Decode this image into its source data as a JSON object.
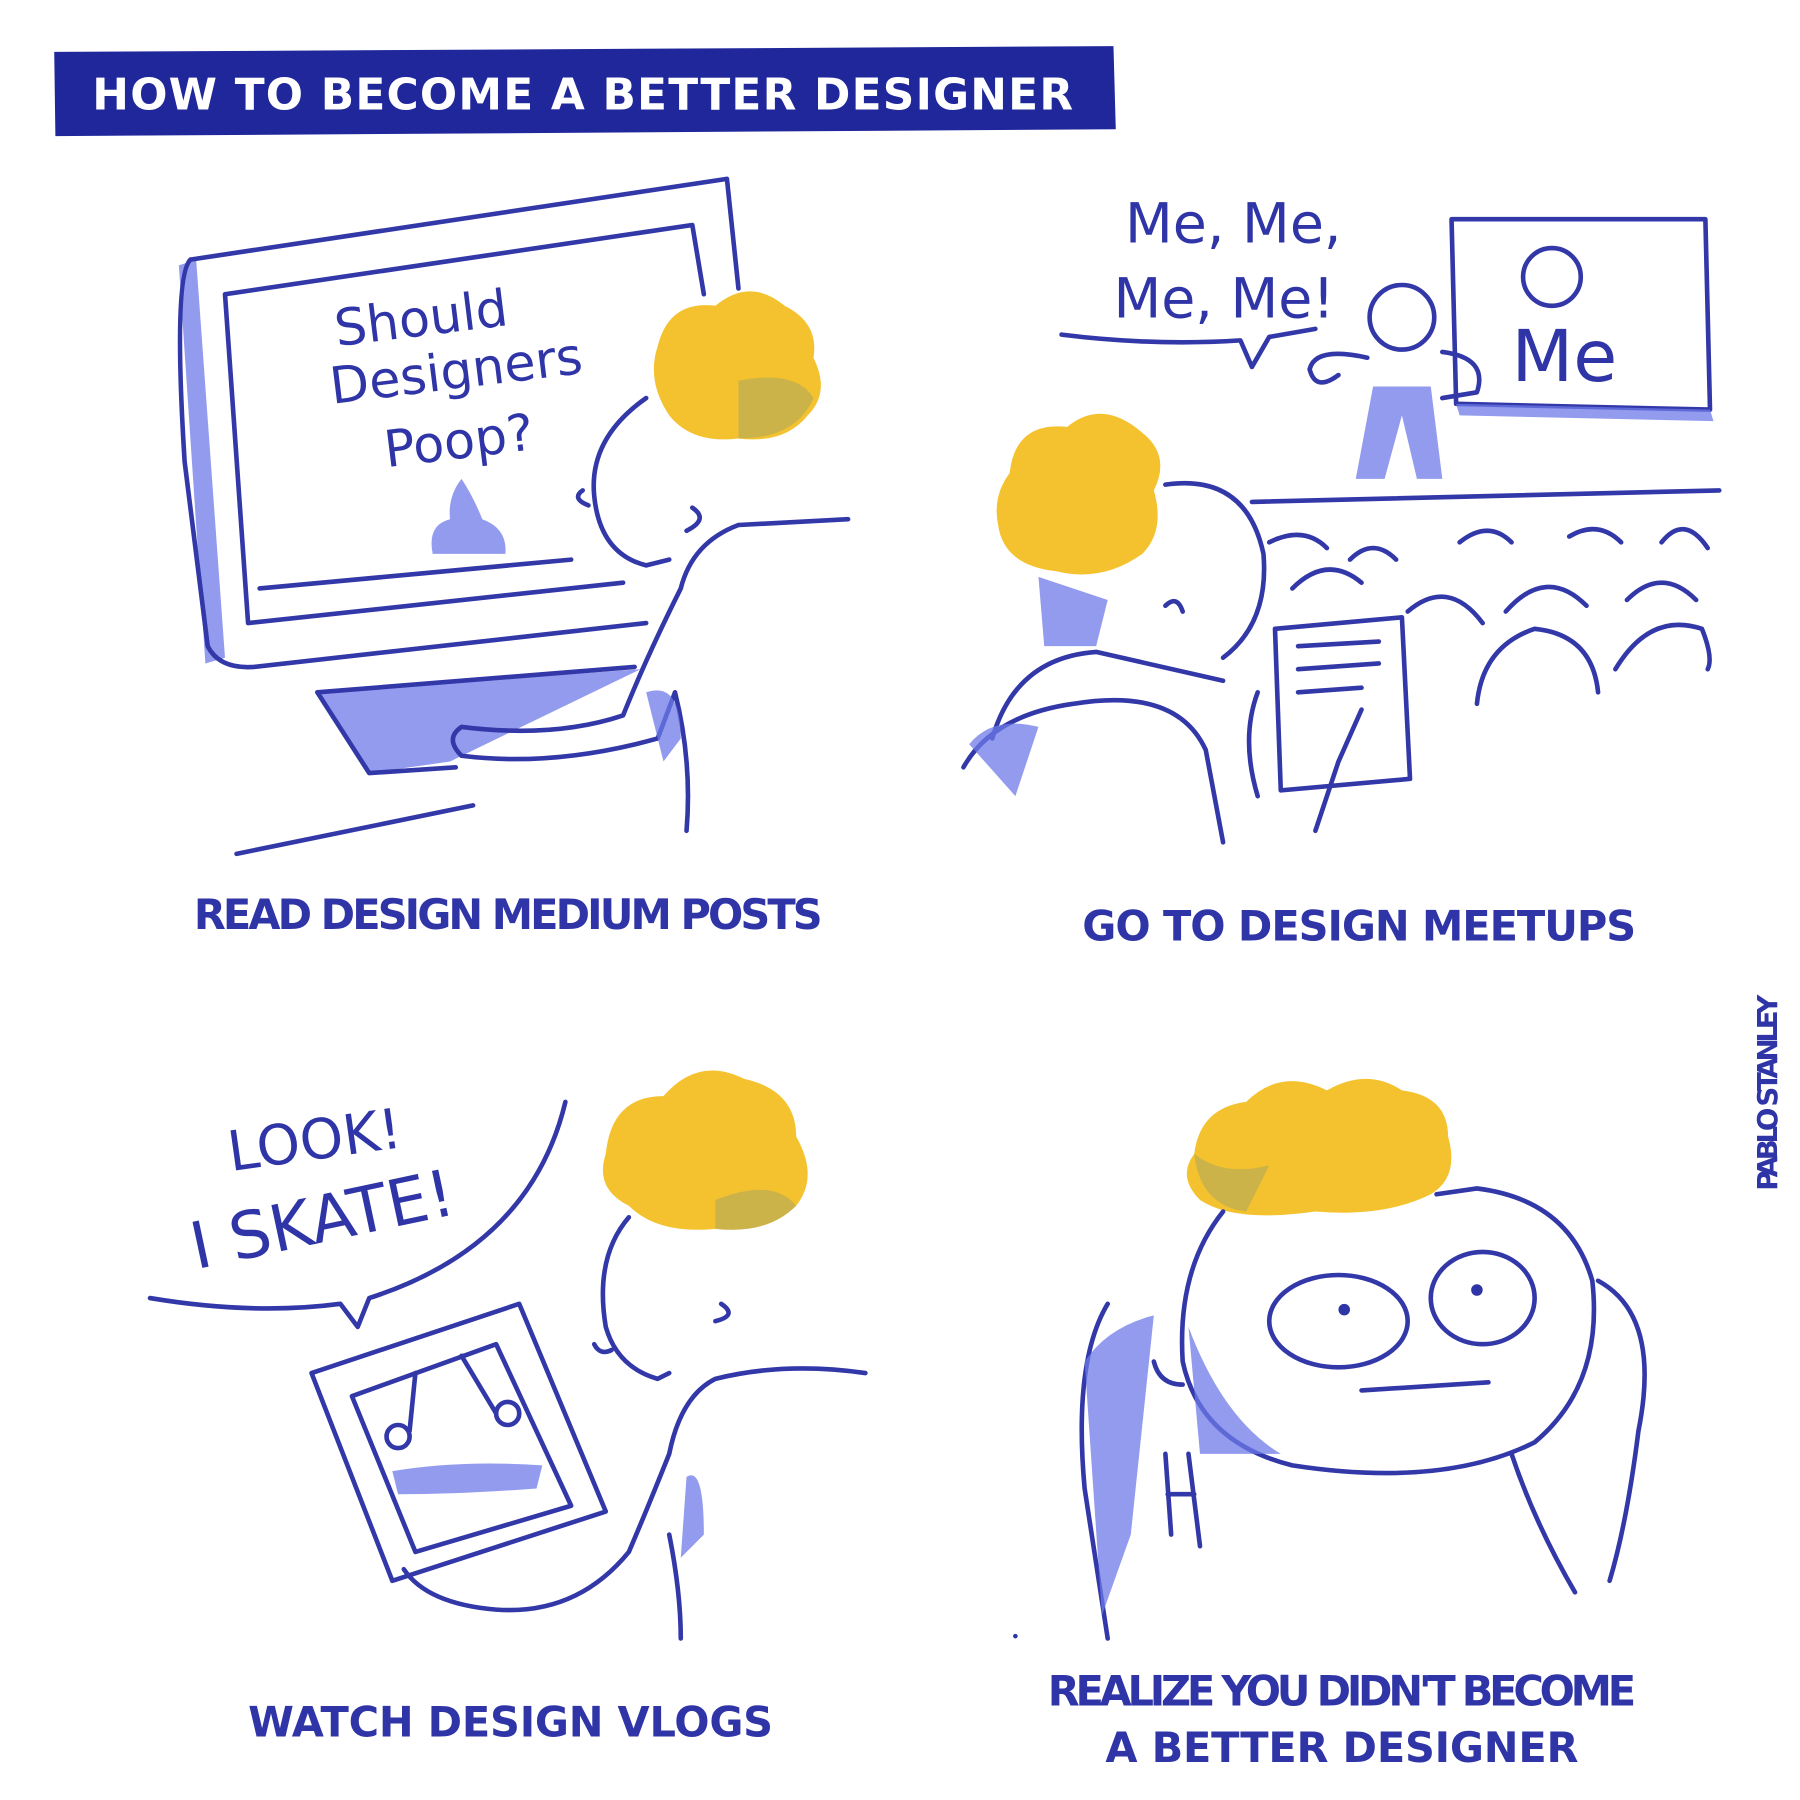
{
  "title": "HOW TO BECOME A BETTER DESIGNER",
  "colors": {
    "ink": "#3338a8",
    "banner": "#1f279a",
    "hair": "#f4c22e",
    "wash": "#6e7ae8"
  },
  "panels": [
    {
      "caption": "READ DESIGN MEDIUM POSTS",
      "screen_text": [
        "Should",
        "Designers",
        "Poop?"
      ],
      "icon": "poop-icon"
    },
    {
      "caption": "GO TO DESIGN MEETUPS",
      "speech": [
        "Me, Me,",
        "Me, Me!"
      ],
      "screen_text": "Me"
    },
    {
      "caption": "WATCH DESIGN VLOGS",
      "speech": [
        "LOOK!",
        "I SKATE!"
      ]
    },
    {
      "caption_lines": [
        "REALIZE YOU DIDN'T BECOME",
        "A BETTER DESIGNER"
      ]
    }
  ],
  "signature": "PABLO STANLEY"
}
